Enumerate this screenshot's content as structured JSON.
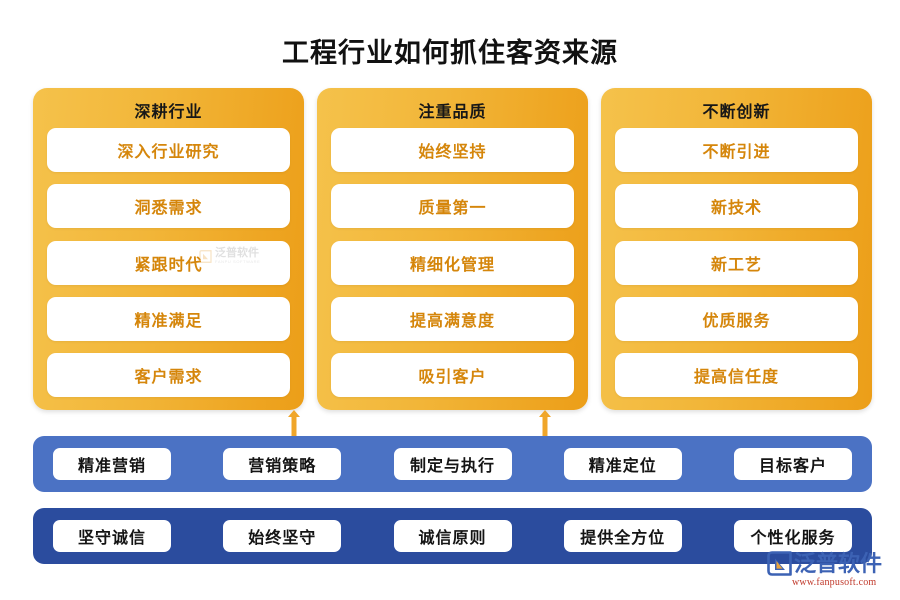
{
  "page": {
    "title": "工程行业如何抓住客资来源",
    "background_color": "#ffffff"
  },
  "colors": {
    "panel_orange_light": "#F5C24B",
    "panel_orange_dark": "#EC9E18",
    "card_text_orange": "#D5860B",
    "bar_blue_light": "#4B72C4",
    "bar_blue_dark": "#2B4C9E",
    "arrow_orange": "#F0A62A",
    "logo_blue": "#3C62B4",
    "logo_url_red": "#C0392B"
  },
  "columns": [
    {
      "title": "深耕行业",
      "cards": [
        "深入行业研究",
        "洞悉需求",
        "紧跟时代",
        "精准满足",
        "客户需求"
      ]
    },
    {
      "title": "注重品质",
      "cards": [
        "始终坚持",
        "质量第一",
        "精细化管理",
        "提高满意度",
        "吸引客户"
      ]
    },
    {
      "title": "不断创新",
      "cards": [
        "不断引进",
        "新技术",
        "新工艺",
        "优质服务",
        "提高信任度"
      ]
    }
  ],
  "bars": [
    {
      "name": "marketing-bar",
      "color": "#4B72C4",
      "items": [
        "精准营销",
        "营销策略",
        "制定与执行",
        "精准定位",
        "目标客户"
      ]
    },
    {
      "name": "integrity-bar",
      "color": "#2B4C9E",
      "items": [
        "坚守诚信",
        "始终坚守",
        "诚信原则",
        "提供全方位",
        "个性化服务"
      ]
    }
  ],
  "arrows": [
    {
      "name": "connector-arrow-1",
      "direction": "up-down"
    },
    {
      "name": "connector-arrow-2",
      "direction": "up-down"
    }
  ],
  "watermark": {
    "cn": "泛普软件",
    "en": "FANPU SOFTWARE"
  },
  "logo": {
    "cn": "泛普软件",
    "url": "www.fanpusoft.com"
  }
}
